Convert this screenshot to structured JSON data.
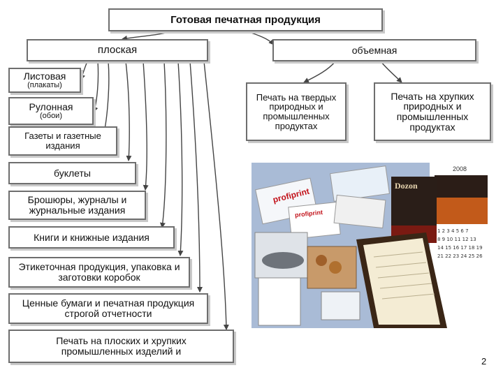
{
  "diagram": {
    "root": "Готовая печатная продукция",
    "flat": "плоская",
    "volume": "объемная",
    "flat_items": [
      {
        "label": "Листовая",
        "sub": "(плакаты)"
      },
      {
        "label": "Рулонная",
        "sub": "(обои)"
      },
      {
        "label": "Газеты и газетные издания"
      },
      {
        "label": "буклеты"
      },
      {
        "label": "Брошюры, журналы и журнальные издания"
      },
      {
        "label": "Книги и книжные издания"
      },
      {
        "label": "Этикеточная продукция, упаковка и заготовки коробок"
      },
      {
        "label": "Ценные бумаги и печатная продукция строгой отчетности"
      },
      {
        "label": "Печать на плоских и хрупких промышленных изделий и"
      }
    ],
    "volume_items": [
      {
        "label": "Печать на твердых природных и промышленных продуктах"
      },
      {
        "label": "Печать на хрупких природных и промышленных продуктах"
      }
    ]
  },
  "photo": {
    "brand_a": "profiprint",
    "brand_b": "profiprint",
    "brand_c": "Dozon",
    "calendar_year": "2008"
  },
  "page_number": "2"
}
